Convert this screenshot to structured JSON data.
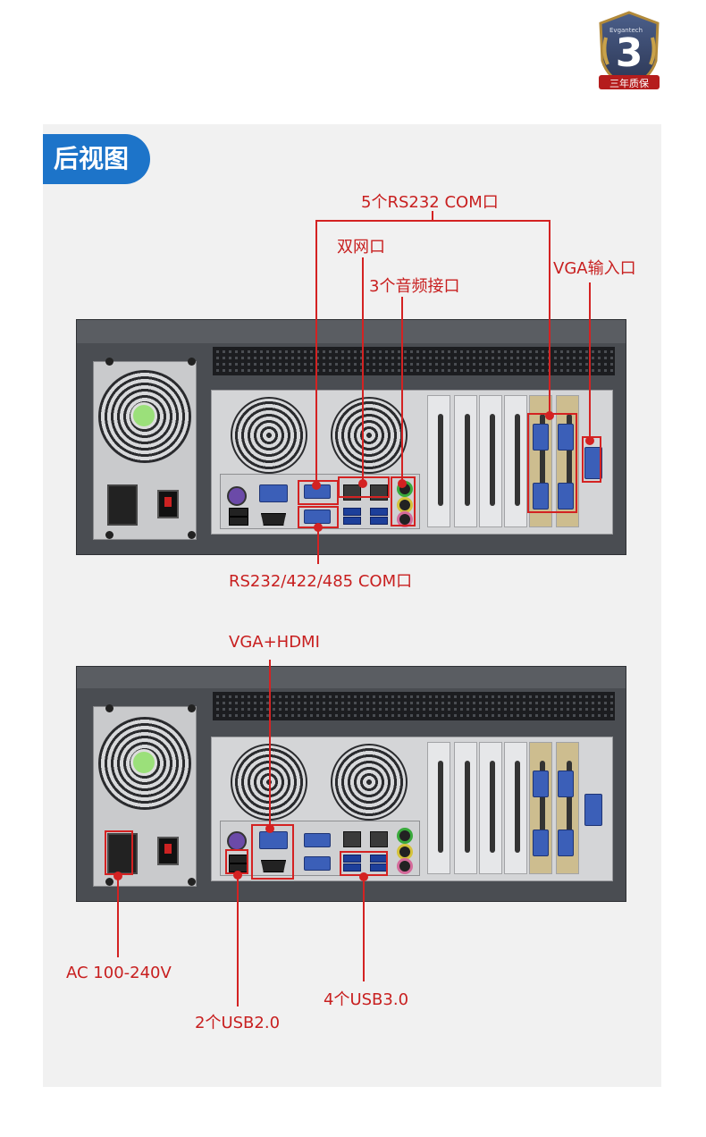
{
  "badge": {
    "digit": "3",
    "caption": "三年质保",
    "brand": "Evgantech"
  },
  "section_title": "后视图",
  "top_labels": {
    "com5": "5个RS232 COM口",
    "dual_lan": "双网口",
    "audio": "3个音频接口",
    "vga_in": "VGA输入口",
    "rs_multi": "RS232/422/485 COM口"
  },
  "bottom_labels": {
    "vga_hdmi": "VGA+HDMI",
    "ac": "AC 100-240V",
    "usb2": "2个USB2.0",
    "usb3": "4个USB3.0"
  },
  "colors": {
    "accent": "#d42222",
    "header_bg": "#1d74c9",
    "panel_bg": "#f1f1f1"
  }
}
